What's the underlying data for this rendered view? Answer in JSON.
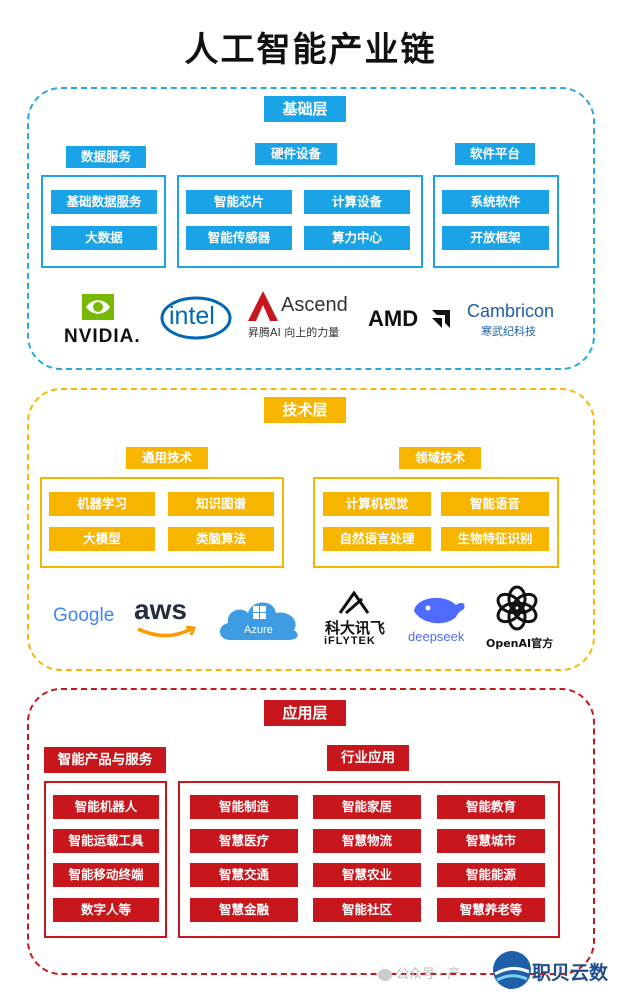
{
  "title": "人工智能产业链",
  "base": {
    "label": "基础层",
    "data_services": {
      "label": "数据服务",
      "items": [
        "基础数据服务",
        "大数据"
      ]
    },
    "hardware": {
      "label": "硬件设备",
      "items": [
        "智能芯片",
        "计算设备",
        "智能传感器",
        "算力中心"
      ]
    },
    "software": {
      "label": "软件平台",
      "items": [
        "系统软件",
        "开放框架"
      ]
    },
    "logos": {
      "nvidia": "NVIDIA.",
      "intel": "intel",
      "ascend_name": "Ascend",
      "ascend_slogan": "昇腾AI 向上的力量",
      "amd": "AMD",
      "cambricon_name": "Cambricon",
      "cambricon_cn": "寒武纪科技"
    }
  },
  "tech": {
    "label": "技术层",
    "general": {
      "label": "通用技术",
      "items": [
        "机器学习",
        "知识图谱",
        "大模型",
        "类脑算法"
      ]
    },
    "domain": {
      "label": "领域技术",
      "items": [
        "计算机视觉",
        "智能语音",
        "自然语言处理",
        "生物特征识别"
      ]
    },
    "logos": {
      "google": "Google",
      "aws": "aws",
      "azure": "Azure",
      "iflytek_cn": "科大讯飞",
      "iflytek_en": "iFLYTEK",
      "deepseek": "deepseek",
      "openai": "OpenAI官方"
    }
  },
  "app": {
    "label": "应用层",
    "products": {
      "label": "智能产品与服务",
      "items": [
        "智能机器人",
        "智能运载工具",
        "智能移动终端",
        "数字人等"
      ]
    },
    "industry": {
      "label": "行业应用",
      "items": [
        "智能制造",
        "智能家居",
        "智能教育",
        "智慧医疗",
        "智慧物流",
        "智慧城市",
        "智慧交通",
        "智慧农业",
        "智能能源",
        "智慧金融",
        "智能社区",
        "智慧养老等"
      ]
    }
  },
  "footer": {
    "watermark": "公众号 · 产",
    "brand": "职贝云数"
  },
  "colors": {
    "base": "#1aa3e6",
    "tech": "#f7b500",
    "app": "#c8161d"
  }
}
